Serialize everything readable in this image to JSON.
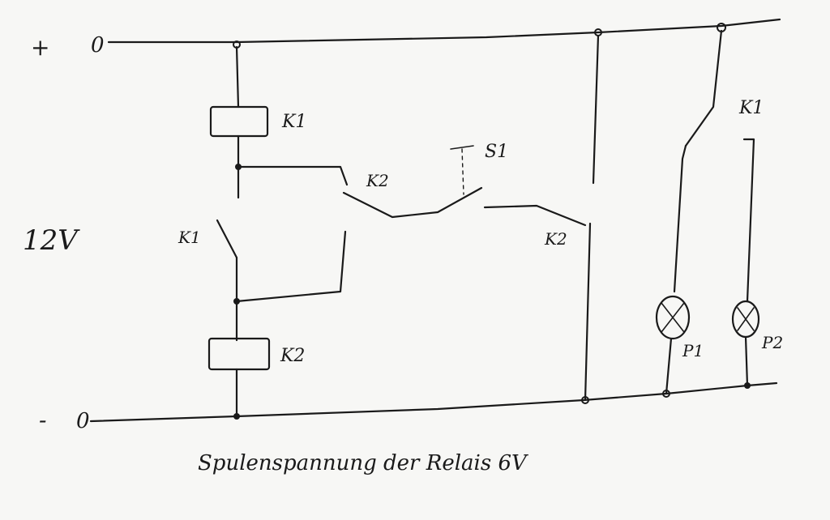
{
  "supply": {
    "plus_sign": "+",
    "plus_terminal": "0",
    "minus_sign": "-",
    "minus_terminal": "0",
    "voltage": "12V"
  },
  "components": {
    "coil_k1": "K1",
    "coil_k2": "K2",
    "contact_k1_left": "K1",
    "contact_k2_top": "K2",
    "contact_k2_right": "K2",
    "contact_k1_right": "K1",
    "pushbutton_s1": "S1",
    "lamp_p1": "P1",
    "lamp_p2": "P2"
  },
  "note": "Spulenspannung der Relais 6V",
  "colors": {
    "ink": "#1a1a1a",
    "paper": "#f7f7f5"
  }
}
